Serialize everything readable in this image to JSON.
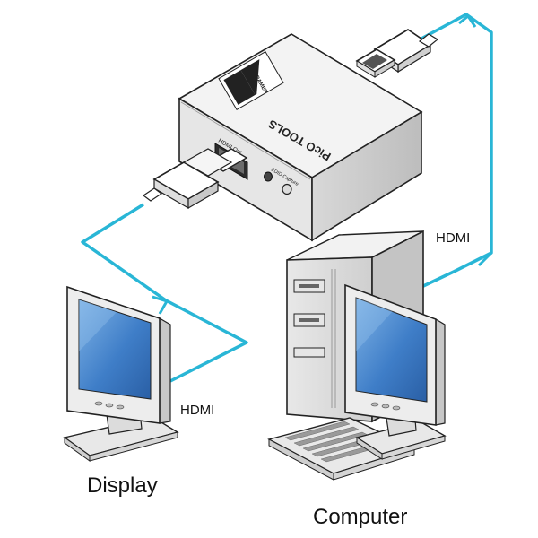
{
  "device": {
    "brand": "KRAMER",
    "series": "PicO TOOLS",
    "port_label": "HDMI Out",
    "button_label": "EDID Capture"
  },
  "connections": {
    "input_label": "HDMI",
    "output_label": "HDMI"
  },
  "labels": {
    "display": "Display",
    "computer": "Computer"
  },
  "colors": {
    "cable": "#29b6d6",
    "screen": "#4d86c4",
    "device_body": "#e9e9e9"
  }
}
